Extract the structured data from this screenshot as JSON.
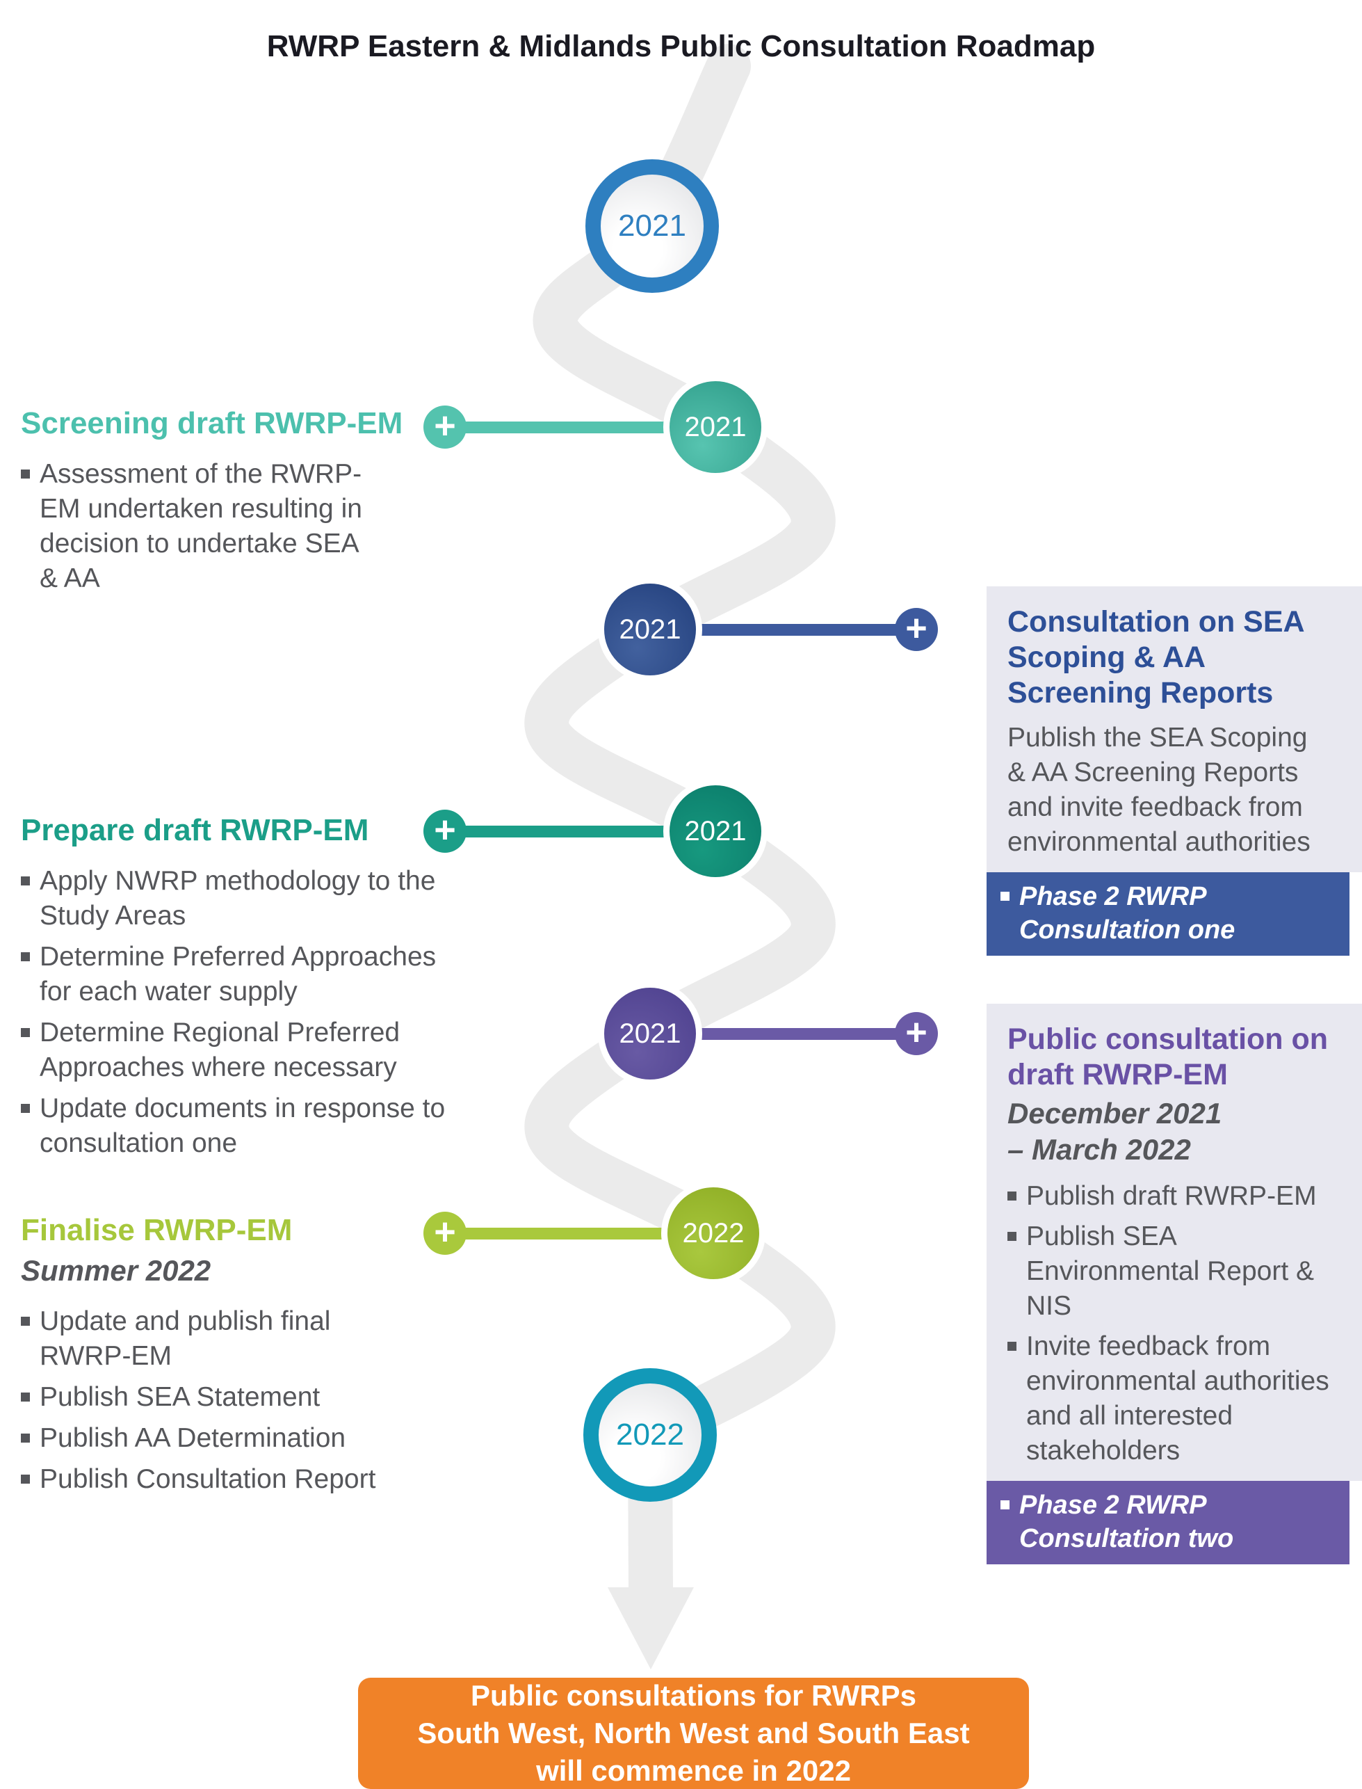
{
  "title": "RWRP Eastern & Midlands Public Consultation Roadmap",
  "icons": {
    "plus": "+"
  },
  "colors": {
    "path_gray": "#ebebeb",
    "panel_bg": "#e8e8f0",
    "body_text": "#55565a",
    "banner_orange": "#f08228",
    "node_blue": "#2b87c8",
    "node_teal": "#54c3ae",
    "node_navy": "#3d5a9e",
    "node_green": "#1b9e88",
    "node_purple": "#6a5aa6",
    "node_lime": "#a9c93c",
    "node_cyan": "#15a6c3"
  },
  "timeline": {
    "nodes": [
      {
        "label": "2021",
        "style": "ring",
        "color": "#2b87c8"
      },
      {
        "label": "2021",
        "style": "filled",
        "color": "#54c3ae"
      },
      {
        "label": "2021",
        "style": "filled",
        "color": "#3d5a9e"
      },
      {
        "label": "2021",
        "style": "filled",
        "color": "#1b9e88"
      },
      {
        "label": "2021",
        "style": "filled",
        "color": "#6a5aa6"
      },
      {
        "label": "2022",
        "style": "filled",
        "color": "#a9c93c"
      },
      {
        "label": "2022",
        "style": "ring",
        "color": "#15a6c3"
      }
    ]
  },
  "left_blocks": [
    {
      "heading": "Screening draft RWRP-EM",
      "color": "#4cc0ad",
      "bullets": [
        "Assessment of the RWRP-EM undertaken resulting in decision to undertake SEA & AA"
      ]
    },
    {
      "heading": "Prepare draft RWRP-EM",
      "color": "#1b9e88",
      "bullets": [
        "Apply NWRP methodology to the Study Areas",
        "Determine Preferred Approaches for each water supply",
        "Determine Regional Preferred Approaches where necessary",
        "Update documents in response to consultation one"
      ]
    },
    {
      "heading": "Finalise RWRP-EM",
      "subheading": "Summer 2022",
      "color": "#a6c73b",
      "bullets": [
        "Update and publish final RWRP-EM",
        "Publish SEA Statement",
        "Publish AA Determination",
        "Publish Consultation Report"
      ]
    }
  ],
  "right_blocks": [
    {
      "heading": "Consultation on SEA Scoping & AA Screening Reports",
      "body": "Publish the SEA Scoping & AA Screening Reports and invite feedback from environmental authorities",
      "phase": "Phase 2 RWRP\nConsultation one",
      "accent": "#3d5a9e"
    },
    {
      "heading": "Public consultation on draft RWRP-EM",
      "subheading": "December 2021\n– March 2022",
      "bullets": [
        "Publish draft RWRP-EM",
        "Publish SEA Environmental Report & NIS",
        "Invite feedback from environmental authorities and all interested stakeholders"
      ],
      "phase": "Phase 2 RWRP\nConsultation two",
      "accent": "#6a5aa6"
    }
  ],
  "banner": {
    "text": "Public consultations for RWRPs\nSouth West, North West and South East\nwill commence in 2022",
    "color": "#f08228"
  }
}
